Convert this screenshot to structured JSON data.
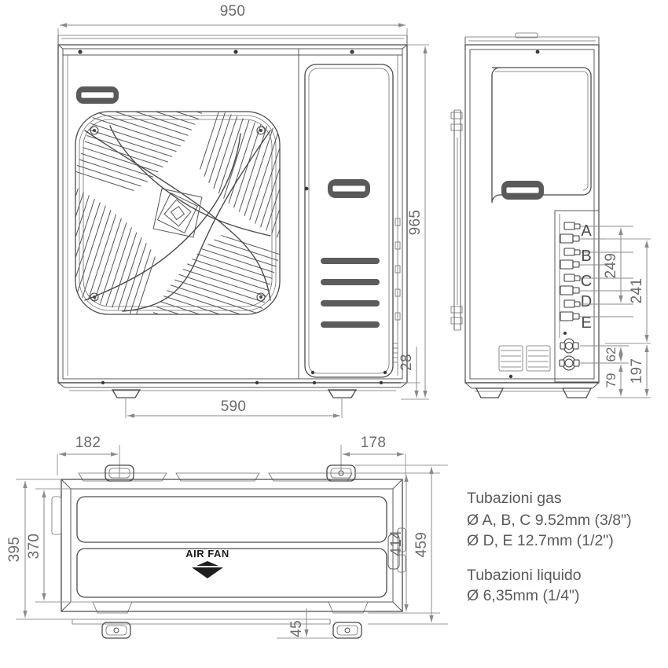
{
  "document": {
    "type": "technical-dimension-drawing",
    "subject": "outdoor-unit",
    "units": "mm"
  },
  "front_view": {
    "name": "front-view",
    "dimensions": {
      "overall_width": "950",
      "overall_height": "965",
      "foot_spacing": "590",
      "base_height": "28"
    }
  },
  "side_view": {
    "name": "side-view",
    "port_labels": [
      "A",
      "B",
      "C",
      "D",
      "E"
    ],
    "dimensions": {
      "ports_a_to_e_upper": "249",
      "ports_overall": "241",
      "lower_block": "197",
      "lower_inner": "62",
      "lower_bottom": "79"
    }
  },
  "bottom_view": {
    "name": "bottom-view",
    "dimensions": {
      "left_foot_offset": "182",
      "right_foot_offset": "178",
      "depth_outer": "395",
      "depth_inner": "370",
      "depth_right_inner": "414",
      "depth_right_outer": "459",
      "foot_bottom_offset": "45"
    },
    "labels": {
      "air_fan": "AIR  FAN",
      "arrow_icon": "down-chevron-icon"
    }
  },
  "notes": {
    "gas_heading": "Tubazioni gas",
    "gas_line_1": "Ø A, B, C 9.52mm (3/8\")",
    "gas_line_2": "Ø D, E 12.7mm (1/2\")",
    "liquid_heading": "Tubazioni liquido",
    "liquid_line_1": "Ø 6,35mm (1/4\")"
  },
  "colors": {
    "dimension_text": "#6b6b6b",
    "note_text": "#5a5a5a",
    "outline": "#4a4a4a",
    "dimension_line": "#8a8a8a",
    "background": "#ffffff"
  }
}
